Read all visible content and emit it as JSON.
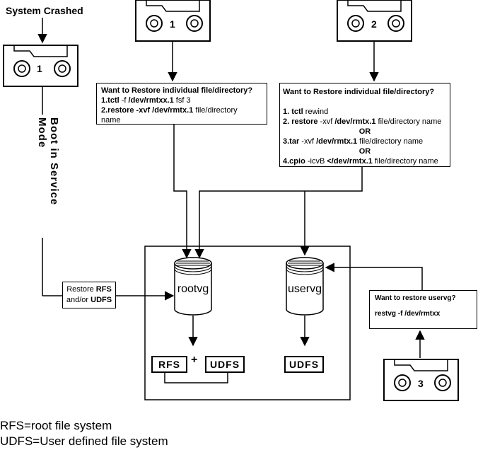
{
  "system_crashed": "System Crashed",
  "boot_mode": "Boot in Service Mode",
  "tapes": {
    "tape_left": "1",
    "tape_top_mid": "1",
    "tape_top_right": "2",
    "tape_bottom": "3"
  },
  "box1": {
    "title": "Want to Restore individual file/directory?",
    "l1_a": "1.tctl",
    "l1_b": " -f ",
    "l1_c": "/dev/rmtxx.1",
    "l1_d": " fsf 3",
    "l2_a": "2.restore",
    "l2_b": "  -xvf  ",
    "l2_c": "/dev/rmtx.1",
    "l2_d": "   file/directory",
    "l3": "name"
  },
  "box2": {
    "title": "Want to Restore individual file/directory?",
    "l1_a": "1. tctl",
    "l1_b": " rewind",
    "l2_a": "2. restore",
    "l2_b": " -xvf ",
    "l2_c": "/dev/rmtx.1",
    "l2_d": " file/directory name",
    "or1": "OR",
    "l3_a": "3.tar",
    "l3_b": " -xvf ",
    "l3_c": "/dev/rmtx.1",
    "l3_d": " file/directory name",
    "or2": "OR",
    "l4_a": "4.cpio",
    "l4_b": " -icvB ",
    "l4_c": "</dev/rmtx.1",
    "l4_d": " file/directory name"
  },
  "restore_box": {
    "l1_a": "Restore ",
    "l1_b": "RFS",
    "l2_a": "and/or ",
    "l2_b": "UDFS"
  },
  "uservg_box": {
    "title": "Want to restore uservg?",
    "cmd": "restvg -f /dev/rmtxx"
  },
  "rootvg": "rootvg",
  "uservg": "uservg",
  "rfs": "RFS",
  "plus": "+",
  "udfs": "UDFS",
  "udfs2": "UDFS",
  "legend": {
    "l1": "RFS=root file system",
    "l2": "UDFS=User defined file system"
  }
}
